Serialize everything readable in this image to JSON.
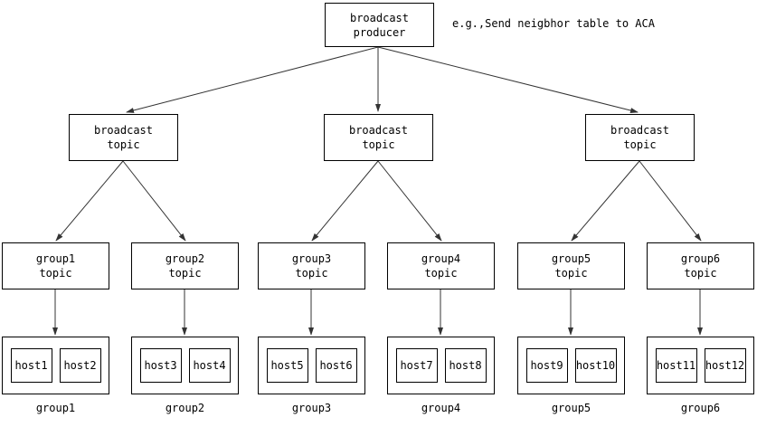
{
  "diagram": {
    "title_note": "e.g.,Send neigbhor table to ACA",
    "producer": {
      "line1": "broadcast",
      "line2": "producer"
    },
    "broadcast_topics": [
      {
        "line1": "broadcast",
        "line2": "topic"
      },
      {
        "line1": "broadcast",
        "line2": "topic"
      },
      {
        "line1": "broadcast",
        "line2": "topic"
      }
    ],
    "group_topics": [
      {
        "line1": "group1",
        "line2": "topic"
      },
      {
        "line1": "group2",
        "line2": "topic"
      },
      {
        "line1": "group3",
        "line2": "topic"
      },
      {
        "line1": "group4",
        "line2": "topic"
      },
      {
        "line1": "group5",
        "line2": "topic"
      },
      {
        "line1": "group6",
        "line2": "topic"
      }
    ],
    "groups": [
      {
        "label": "group1",
        "hosts": [
          "host1",
          "host2"
        ]
      },
      {
        "label": "group2",
        "hosts": [
          "host3",
          "host4"
        ]
      },
      {
        "label": "group3",
        "hosts": [
          "host5",
          "host6"
        ]
      },
      {
        "label": "group4",
        "hosts": [
          "host7",
          "host8"
        ]
      },
      {
        "label": "group5",
        "hosts": [
          "host9",
          "host10"
        ]
      },
      {
        "label": "group6",
        "hosts": [
          "host11",
          "host12"
        ]
      }
    ],
    "colors": {
      "stroke": "#000000",
      "background": "#ffffff",
      "edge": "#333333"
    }
  }
}
